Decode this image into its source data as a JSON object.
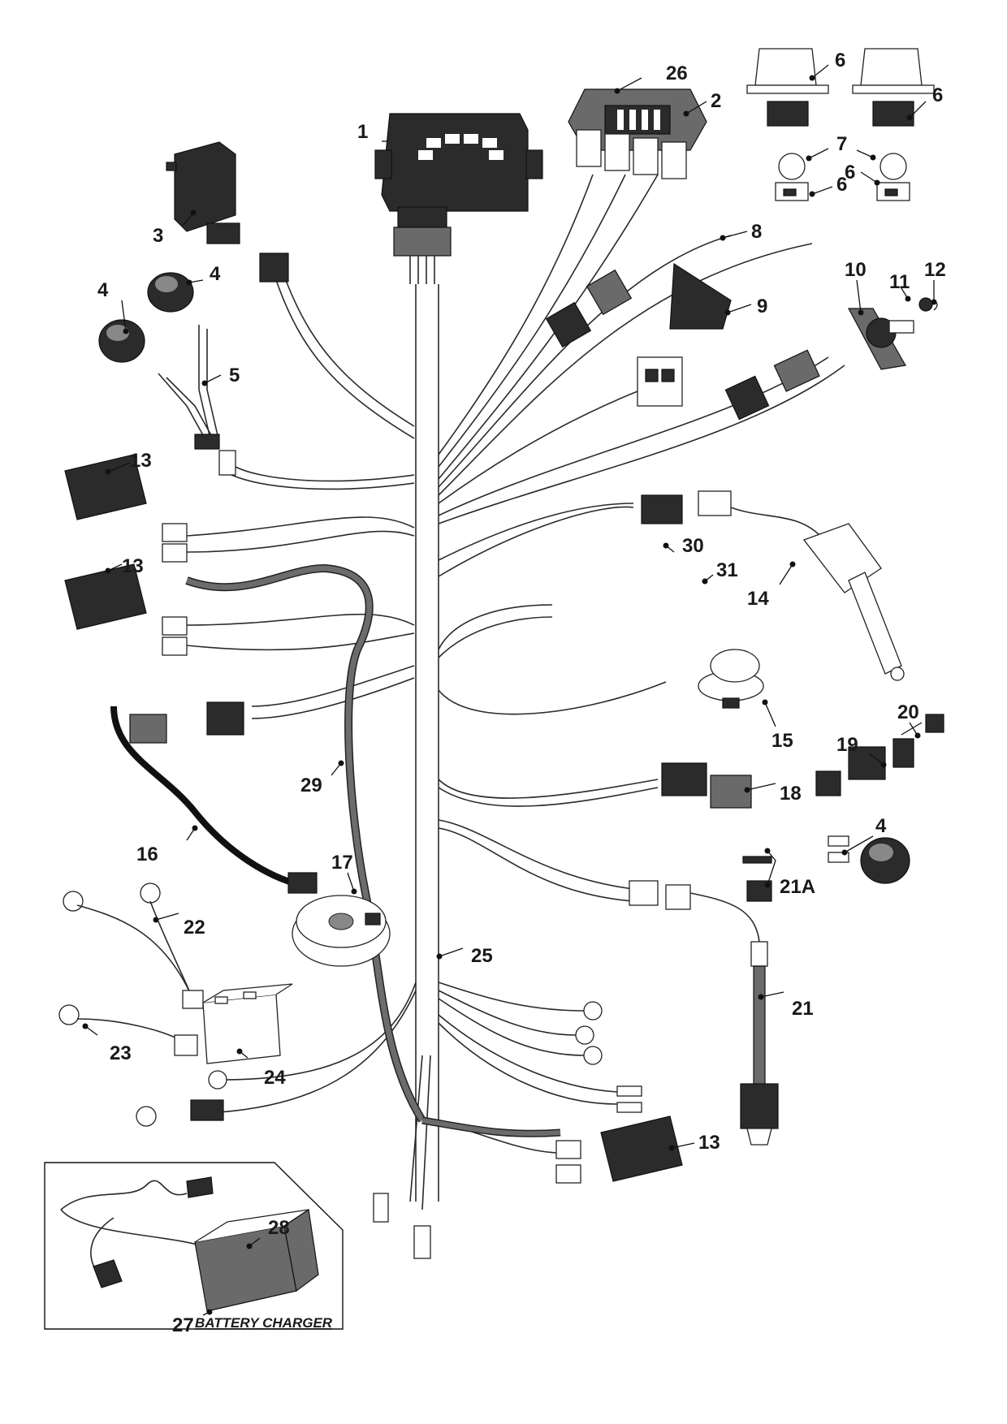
{
  "callouts": {
    "c1": "1",
    "c2": "2",
    "c3": "3",
    "c4a": "4",
    "c4b": "4",
    "c4c": "4",
    "c5": "5",
    "c6a": "6",
    "c6b": "6",
    "c6c": "6",
    "c6d": "6",
    "c7": "7",
    "c8": "8",
    "c9": "9",
    "c10": "10",
    "c11": "11",
    "c12": "12",
    "c13a": "13",
    "c13b": "13",
    "c13c": "13",
    "c14": "14",
    "c15": "15",
    "c16": "16",
    "c17": "17",
    "c18": "18",
    "c19": "19",
    "c20": "20",
    "c21": "21",
    "c21a": "21A",
    "c22": "22",
    "c23": "23",
    "c24": "24",
    "c25": "25",
    "c26": "26",
    "c27": "27",
    "c28": "28",
    "c29": "29",
    "c30": "30",
    "c31": "31"
  },
  "inset": {
    "title": "BATTERY CHARGER"
  },
  "colors": {
    "ink": "#1a1a1a",
    "dark_component": "#2b2b2b",
    "mid_component": "#6a6a6a",
    "background": "#ffffff"
  }
}
